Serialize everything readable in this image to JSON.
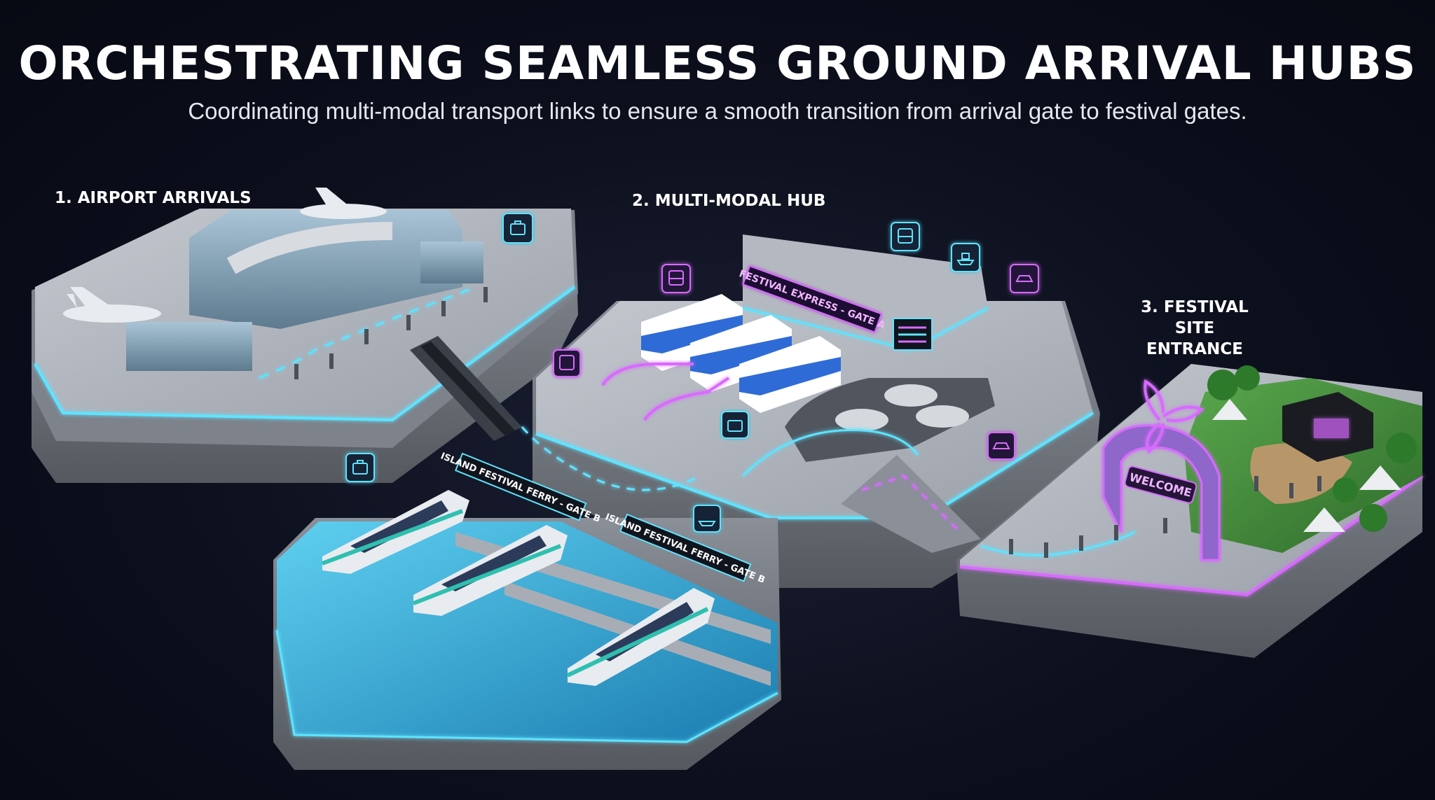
{
  "header": {
    "title": "ORCHESTRATING SEAMLESS GROUND ARRIVAL HUBS",
    "subtitle": "Coordinating multi-modal transport links to ensure a smooth transition from arrival gate to festival gates."
  },
  "stages": [
    {
      "label": "1. AIRPORT ARRIVALS"
    },
    {
      "label": "2. MULTI-MODAL HUB"
    },
    {
      "label_line1": "3. FESTIVAL SITE",
      "label_line2": "ENTRANCE"
    }
  ],
  "signs": {
    "bus_gate": "FESTIVAL EXPRESS - GATE A",
    "ferry_gate_1": "ISLAND FESTIVAL FERRY - GATE B",
    "ferry_gate_2": "ISLAND FESTIVAL FERRY - GATE B",
    "welcome_arch": "WELCOME"
  },
  "icons": [
    "luggage-icon",
    "bus-icon",
    "ferry-icon",
    "car-icon"
  ],
  "colors": {
    "accent_cyan": "#5fe3ff",
    "accent_magenta": "#d86bff",
    "platform": "#9da3ad",
    "water": "#2aa7d6",
    "grass": "#3f8a3a"
  }
}
